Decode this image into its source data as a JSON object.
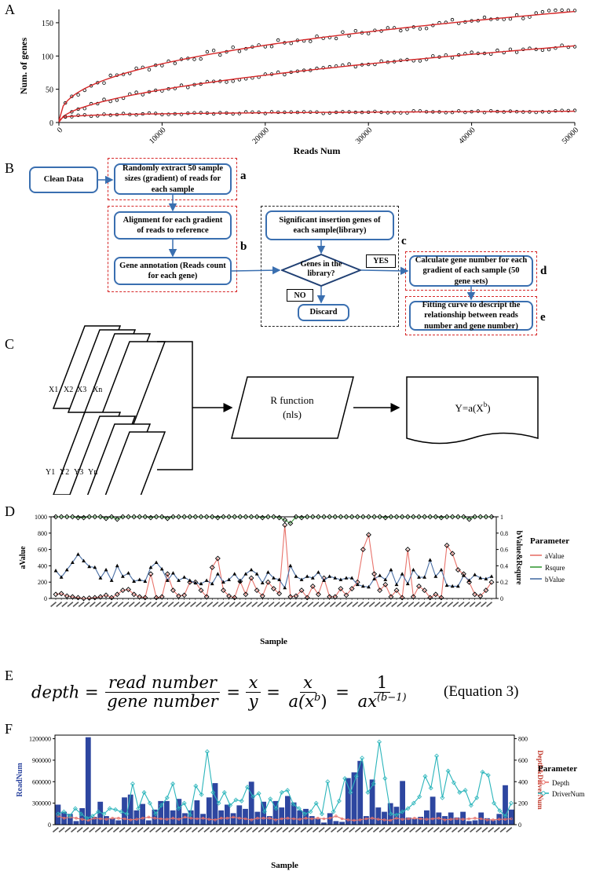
{
  "panels": {
    "a": "A",
    "b": "B",
    "c": "C",
    "d": "D",
    "e": "E",
    "f": "F"
  },
  "chart_data": [
    {
      "type": "scatter",
      "id": "A",
      "xlabel": "Reads Num",
      "ylabel": "Num. of genes",
      "xlim": [
        0,
        50000
      ],
      "ylim": [
        0,
        170
      ],
      "xticks": [
        0,
        10000,
        20000,
        30000,
        40000,
        50000
      ],
      "yticks": [
        0,
        50,
        100,
        150
      ],
      "series": [
        {
          "fit": {
            "a": 2.3,
            "b": 0.396
          },
          "noise": 5
        },
        {
          "fit": {
            "a": 0.385,
            "b": 0.527
          },
          "noise": 3
        },
        {
          "fit": {
            "a": 3.0,
            "b": 0.16
          },
          "noise": 1.5
        }
      ]
    },
    {
      "type": "line",
      "id": "D",
      "xlabel": "Sample",
      "ylabel": "aValue",
      "ylabel2": "bValue&Rsqure",
      "ylim": [
        0,
        1000
      ],
      "y2lim": [
        0,
        1
      ],
      "yticks": [
        0,
        200,
        400,
        600,
        800,
        1000
      ],
      "y2ticks": [
        0,
        0.2,
        0.4,
        0.6,
        0.8,
        1
      ],
      "legend_title": "Parameter",
      "series": [
        {
          "name": "aValue",
          "axis": "left",
          "color": "#e8736b",
          "values": [
            50,
            60,
            30,
            20,
            10,
            0,
            5,
            10,
            20,
            40,
            10,
            50,
            100,
            110,
            50,
            20,
            10,
            300,
            10,
            20,
            300,
            100,
            30,
            40,
            200,
            200,
            100,
            20,
            380,
            490,
            100,
            30,
            10,
            210,
            50,
            250,
            100,
            30,
            200,
            120,
            60,
            900,
            20,
            30,
            100,
            10,
            150,
            50,
            250,
            20,
            20,
            120,
            40,
            120,
            200,
            600,
            780,
            300,
            100,
            170,
            20,
            100,
            10,
            600,
            20,
            150,
            100,
            10,
            50,
            10,
            650,
            550,
            350,
            300,
            200,
            50,
            30,
            100,
            200
          ]
        },
        {
          "name": "Rsqure",
          "axis": "right",
          "color": "#3a9b3a",
          "values": [
            1,
            1,
            1,
            1,
            0.99,
            0.99,
            1,
            1,
            1,
            0.98,
            1,
            0.97,
            1,
            1,
            1,
            1,
            1,
            0.99,
            1,
            1,
            0.98,
            1,
            1,
            1,
            1,
            1,
            1,
            1,
            1,
            0.99,
            1,
            1,
            1,
            1,
            1,
            1,
            1,
            0.99,
            1,
            1,
            0.99,
            0.96,
            0.92,
            1,
            0.99,
            1,
            1,
            1,
            1,
            1,
            1,
            1,
            1,
            1,
            1,
            1,
            1,
            1,
            1,
            0.99,
            1,
            1,
            1,
            1,
            1,
            1,
            1,
            1,
            1,
            0.99,
            1,
            1,
            1,
            1,
            0.97,
            1,
            1,
            1,
            1
          ]
        },
        {
          "name": "bValue",
          "axis": "right",
          "color": "#4a6fa5",
          "values": [
            0.34,
            0.26,
            0.35,
            0.44,
            0.54,
            0.46,
            0.39,
            0.38,
            0.25,
            0.35,
            0.22,
            0.4,
            0.27,
            0.31,
            0.21,
            0.23,
            0.21,
            0.38,
            0.44,
            0.36,
            0.22,
            0.31,
            0.22,
            0.26,
            0.22,
            0.19,
            0.18,
            0.22,
            0.18,
            0.3,
            0.2,
            0.23,
            0.3,
            0.21,
            0.3,
            0.35,
            0.3,
            0.19,
            0.32,
            0.25,
            0.23,
            0.13,
            0.4,
            0.27,
            0.23,
            0.27,
            0.25,
            0.32,
            0.22,
            0.27,
            0.25,
            0.23,
            0.25,
            0.25,
            0.17,
            0.15,
            0.14,
            0.24,
            0.28,
            0.23,
            0.35,
            0.17,
            0.3,
            0.18,
            0.35,
            0.26,
            0.26,
            0.47,
            0.27,
            0.35,
            0.16,
            0.15,
            0.15,
            0.28,
            0.22,
            0.29,
            0.25,
            0.24,
            0.27
          ]
        }
      ]
    },
    {
      "type": "bar",
      "id": "F",
      "xlabel": "Sample",
      "ylabel": "ReadNum",
      "ylabel2": "Depth&DriverNum",
      "ylim": [
        0,
        1250000
      ],
      "y2lim": [
        0,
        833
      ],
      "yticks": [
        0,
        300000,
        600000,
        900000,
        1200000
      ],
      "ytick_labels": [
        "0",
        "300000",
        "600000",
        "900000",
        "1200000"
      ],
      "y2ticks": [
        0,
        200,
        400,
        600,
        800
      ],
      "legend_title": "Parameter",
      "bars": {
        "name": "ReadNum",
        "color": "#2d46a0",
        "values": [
          280000,
          180000,
          150000,
          50000,
          230000,
          1220000,
          110000,
          320000,
          120000,
          90000,
          60000,
          380000,
          420000,
          200000,
          290000,
          60000,
          210000,
          330000,
          330000,
          200000,
          360000,
          160000,
          200000,
          340000,
          150000,
          380000,
          580000,
          200000,
          280000,
          160000,
          270000,
          220000,
          600000,
          180000,
          320000,
          120000,
          330000,
          240000,
          400000,
          310000,
          200000,
          220000,
          120000,
          80000,
          30000,
          160000,
          50000,
          40000,
          650000,
          730000,
          890000,
          120000,
          630000,
          240000,
          180000,
          300000,
          250000,
          610000,
          100000,
          80000,
          110000,
          200000,
          390000,
          170000,
          120000,
          170000,
          100000,
          180000,
          50000,
          60000,
          170000,
          90000,
          60000,
          150000,
          550000,
          210000
        ]
      },
      "lines": [
        {
          "name": "Depth",
          "color": "#e8736b",
          "values": [
            80,
            60,
            70,
            60,
            50,
            40,
            60,
            55,
            50,
            60,
            60,
            55,
            45,
            50,
            60,
            70,
            60,
            55,
            50,
            60,
            50,
            70,
            60,
            55,
            60,
            50,
            45,
            60,
            60,
            70,
            60,
            55,
            45,
            60,
            60,
            60,
            45,
            55,
            60,
            55,
            50,
            60,
            55,
            60,
            55,
            60,
            80,
            55,
            45,
            40,
            45,
            55,
            60,
            50,
            45,
            40,
            60,
            50,
            55,
            60,
            55,
            50,
            55,
            60,
            45,
            50,
            55,
            50,
            55,
            60,
            55,
            45,
            45,
            50,
            50,
            55
          ]
        },
        {
          "name": "DriverNum",
          "color": "#2bb5bb",
          "values": [
            100,
            120,
            80,
            150,
            100,
            60,
            80,
            120,
            100,
            150,
            140,
            120,
            100,
            380,
            150,
            300,
            200,
            100,
            180,
            250,
            380,
            150,
            200,
            90,
            360,
            280,
            680,
            300,
            200,
            300,
            180,
            230,
            220,
            350,
            260,
            290,
            120,
            240,
            150,
            300,
            320,
            190,
            150,
            100,
            120,
            200,
            100,
            400,
            120,
            220,
            430,
            300,
            450,
            620,
            300,
            380,
            770,
            430,
            100,
            90,
            120,
            150,
            200,
            260,
            450,
            340,
            640,
            250,
            500,
            390,
            300,
            320,
            180,
            250,
            490,
            460,
            200,
            130,
            80,
            200
          ]
        }
      ]
    }
  ],
  "flowchart": {
    "clean_data": "Clean Data",
    "extract": "Randomly extract 50 sample sizes (gradient) of reads for each sample",
    "align": "Alignment for each gradient of reads to reference",
    "annot": "Gene annotation (Reads count for each gene)",
    "sig": "Significant insertion genes of each sample(library)",
    "decision": "Genes in the library?",
    "yes": "YES",
    "no": "NO",
    "discard": "Discard",
    "calc": "Calculate gene number for each gradient of each sample (50 gene sets)",
    "fit": "Fitting curve to descript the relationship between reads number and gene number)",
    "letters": {
      "a": "a",
      "b": "b",
      "c": "c",
      "d": "d",
      "e": "e"
    }
  },
  "diagramC": {
    "x_labels": [
      "X1",
      "X2",
      "X3",
      "Xn"
    ],
    "y_labels": [
      "Y1",
      "Y2",
      "Y3",
      "Yn"
    ],
    "rfunc_line1": "R function",
    "rfunc_line2": "(nls)",
    "formula": "Y=a(X",
    "formula_exp": "b",
    "formula_end": ")"
  },
  "equation": {
    "depth": "depth",
    "read_number": "read number",
    "gene_number": "gene number",
    "x": "x",
    "y": "y",
    "a_xb": "a(x",
    "b": "b",
    "one": "1",
    "ax": "ax",
    "bm1": "(b−1)",
    "label": "(Equation 3)"
  }
}
